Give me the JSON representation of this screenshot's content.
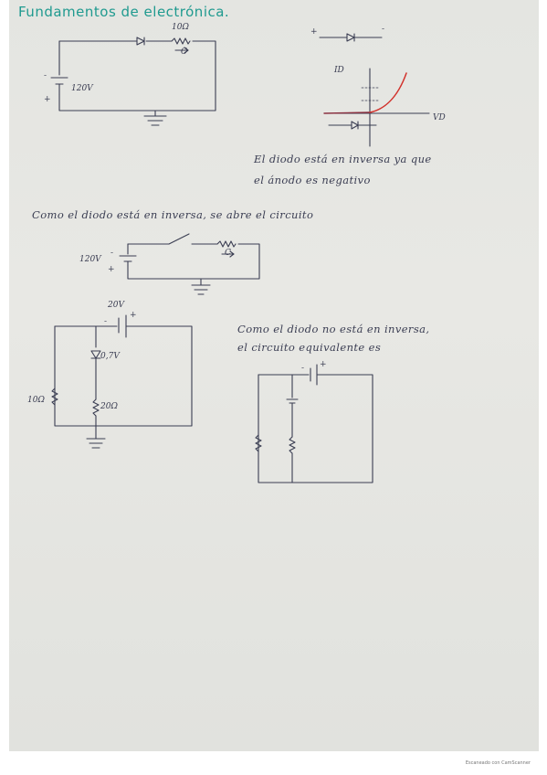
{
  "title": "Fundamentos de electrónica.",
  "circuit1": {
    "resistor": "10Ω",
    "source": "120V",
    "current": "C",
    "minus": "-",
    "plus": "+"
  },
  "diode_symbol": {
    "plus": "+",
    "minus": "-"
  },
  "iv_graph": {
    "y_label": "ID",
    "x_label": "VD"
  },
  "note1": [
    "El diodo está en inversa ya que",
    "el ánodo es negativo"
  ],
  "note2": "Como el diodo está en inversa, se abre el circuito",
  "circuit2": {
    "source": "120V",
    "current": "C",
    "minus": "-",
    "plus": "+"
  },
  "circuit3": {
    "source": "20V",
    "diode_drop": "0,7V",
    "r_left": "10Ω",
    "r_right": "20Ω",
    "minus": "-",
    "plus": "+"
  },
  "note3": [
    "Como el diodo no está en inversa,",
    "el circuito equivalente es"
  ],
  "circuit4": {
    "minus": "-",
    "plus": "+"
  },
  "footer": "Escaneado con CamScanner"
}
